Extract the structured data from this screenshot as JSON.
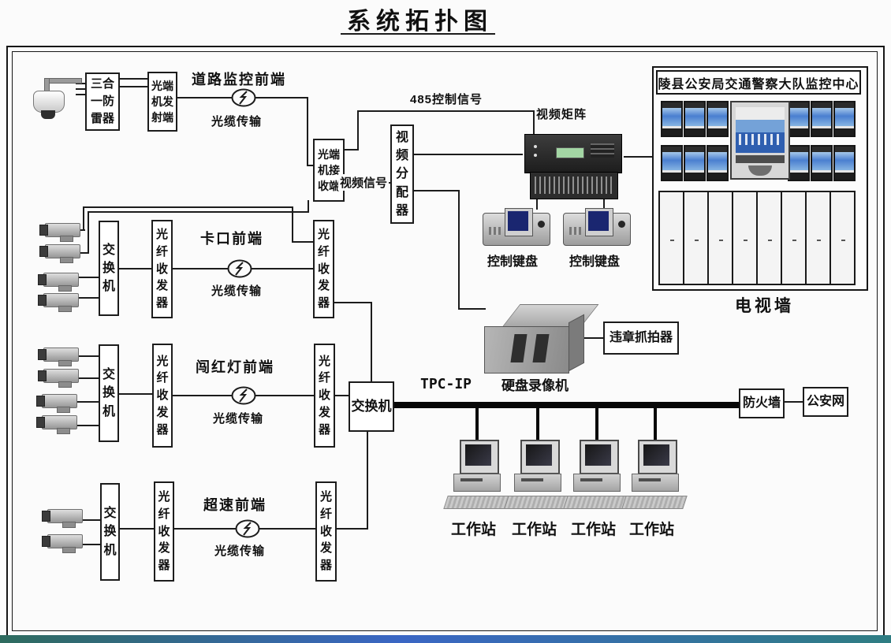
{
  "title": "系统拓扑图",
  "road": {
    "arrester": "三合一防雷器",
    "transmitter": "光端机发射端",
    "front_label": "道路监控前端",
    "fiber": "光缆传输",
    "receiver": "光端机接收端",
    "signal_485": "485控制信号",
    "video_signal": "视频信号",
    "distributor": "视频分配器"
  },
  "matrix": {
    "label": "视频矩阵",
    "keyboard1": "控制键盘",
    "keyboard2": "控制键盘"
  },
  "center": {
    "header": "陵县公安局交通警察大队监控中心",
    "tv_wall": "电视墙"
  },
  "rows": [
    {
      "label": "卡口前端",
      "switch": "交换机",
      "tx_left": "光纤收发器",
      "fiber": "光缆传输",
      "tx_right": "光纤收发器"
    },
    {
      "label": "闯红灯前端",
      "switch": "交换机",
      "tx_left": "光纤收发器",
      "fiber": "光缆传输",
      "tx_right": "光纤收发器"
    },
    {
      "label": "超速前端",
      "switch": "交换机",
      "tx_left": "光纤收发器",
      "fiber": "光缆传输",
      "tx_right": "光纤收发器"
    }
  ],
  "network": {
    "core_switch": "交换机",
    "protocol": "TPC-IP",
    "dvr": "硬盘录像机",
    "capture": "违章抓拍器",
    "firewall": "防火墙",
    "police_net": "公安网",
    "workstations": [
      "工作站",
      "工作站",
      "工作站",
      "工作站"
    ]
  },
  "colors": {
    "line": "#1c1c1c",
    "screen_blue": "#4a7fd0",
    "keyboard_screen": "#1a2670",
    "bar_left": "#2e6b5e",
    "bar_mid": "#3a66c4",
    "bar_right": "#2f7d82"
  }
}
